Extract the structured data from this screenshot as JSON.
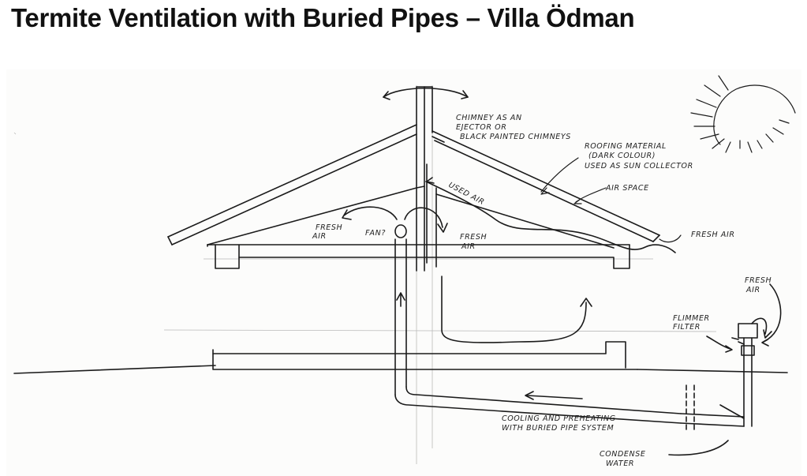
{
  "title": "Termite Ventilation with Buried Pipes – Villa Ödman",
  "labels": {
    "chimney": [
      "CHIMNEY AS AN",
      "EJECTOR OR",
      "BLACK PAINTED CHIMNEYS"
    ],
    "roofing": [
      "ROOFING MATERIAL",
      "(DARK COLOUR)",
      "USED AS SUN COLLECTOR"
    ],
    "air_space": "AIR SPACE",
    "used_air": "USED AIR",
    "fresh_air_left": [
      "FRESH",
      "AIR"
    ],
    "fan": "FAN?",
    "fresh_air_mid": [
      "FRESH",
      "AIR"
    ],
    "fresh_air_right": "FRESH AIR",
    "fresh_air_intake": [
      "FRESH",
      "AIR"
    ],
    "filter": [
      "FLIMMER",
      "FILTER"
    ],
    "pipe_system": [
      "COOLING AND PREHEATING",
      "WITH BURIED PIPE SYSTEM"
    ],
    "condense": [
      "CONDENSE",
      "WATER"
    ]
  }
}
